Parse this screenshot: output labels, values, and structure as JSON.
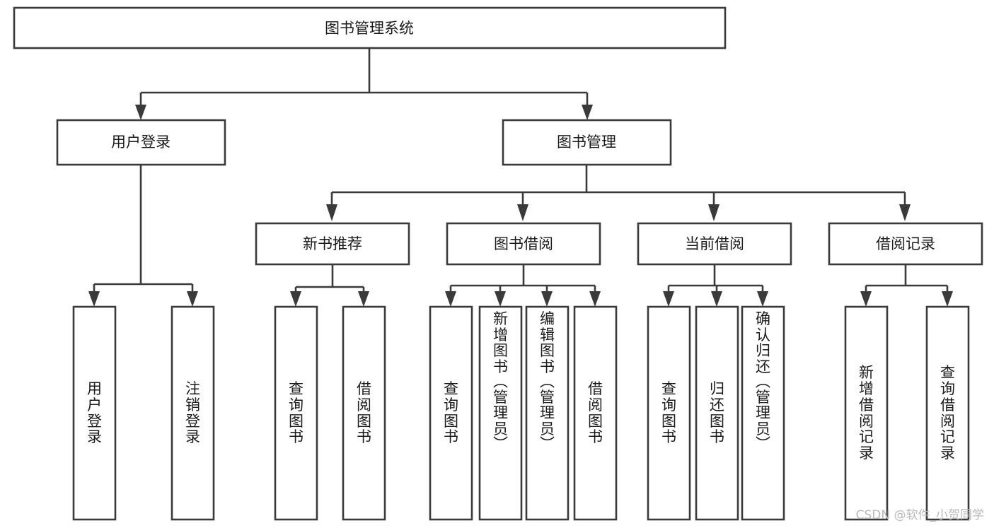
{
  "diagram": {
    "type": "tree-hierarchy",
    "title": "图书管理系统",
    "watermark": "CSDN @软件_小贺同学",
    "colors": {
      "box_stroke": "#3a3a3a",
      "box_fill": "#ffffff",
      "text": "#1b1b1b",
      "background": "#ffffff",
      "watermark": "#b9b9b9"
    },
    "nodes": {
      "root": {
        "label": "图书管理系统"
      },
      "level2": [
        {
          "id": "user-login",
          "label": "用户登录"
        },
        {
          "id": "book-manage",
          "label": "图书管理"
        }
      ],
      "level3": [
        {
          "id": "new-book-recommend",
          "label": "新书推荐"
        },
        {
          "id": "book-borrow",
          "label": "图书借阅"
        },
        {
          "id": "current-borrow",
          "label": "当前借阅"
        },
        {
          "id": "borrow-record",
          "label": "借阅记录"
        }
      ],
      "leaves": {
        "user-login": [
          {
            "id": "leaf-user-login",
            "label": "用户登录"
          },
          {
            "id": "leaf-user-logout",
            "label": "注销登录"
          }
        ],
        "new-book-recommend": [
          {
            "id": "leaf-query-book-1",
            "label": "查询图书"
          },
          {
            "id": "leaf-borrow-book-1",
            "label": "借阅图书"
          }
        ],
        "book-borrow": [
          {
            "id": "leaf-query-book-2",
            "label": "查询图书"
          },
          {
            "id": "leaf-add-book",
            "label": "新增图书（管理员）"
          },
          {
            "id": "leaf-edit-book",
            "label": "编辑图书（管理员）"
          },
          {
            "id": "leaf-borrow-book-2",
            "label": "借阅图书"
          }
        ],
        "current-borrow": [
          {
            "id": "leaf-query-book-3",
            "label": "查询图书"
          },
          {
            "id": "leaf-return-book",
            "label": "归还图书"
          },
          {
            "id": "leaf-confirm-return",
            "label": "确认归还（管理员）"
          }
        ],
        "borrow-record": [
          {
            "id": "leaf-add-record",
            "label": "新增借阅记录"
          },
          {
            "id": "leaf-query-record",
            "label": "查询借阅记录"
          }
        ]
      }
    }
  }
}
